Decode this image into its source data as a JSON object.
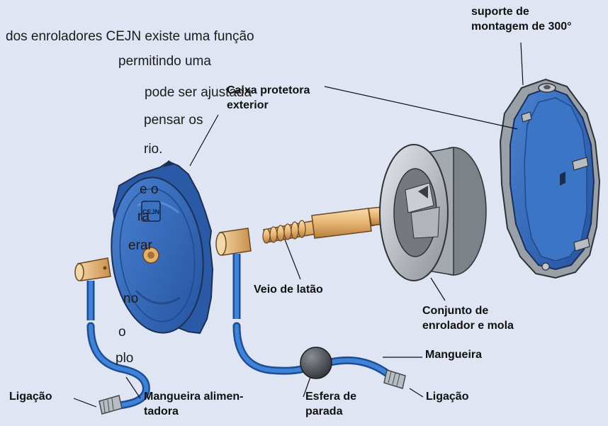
{
  "background_text": [
    "dos enroladores CEJN existe uma função",
    "permitindo uma",
    "pode ser ajustada",
    "pensar os",
    "rio.",
    "e o",
    "ra",
    "erar",
    "no",
    "o",
    "plo"
  ],
  "labels": {
    "mounting_bracket": [
      "suporte de",
      "montagem de 300°"
    ],
    "outer_housing": [
      "Caixa protetora",
      "exterior"
    ],
    "brass_shaft": [
      "Veio de latão"
    ],
    "reel_spring_assembly": [
      "Conjunto de",
      "enrolador e mola"
    ],
    "hose": [
      "Mangueira"
    ],
    "connection_right": [
      "Ligação"
    ],
    "stop_ball": [
      "Esfera de",
      "parada"
    ],
    "supply_hose": [
      "Mangueira alimen-",
      "tadora"
    ],
    "connection_left": [
      "Ligação"
    ]
  },
  "housing_logo": "CEJN",
  "colors": {
    "background": "#dfe5f2",
    "housing_blue": "#2f64b4",
    "hose_blue": "#2e6fc2",
    "brass": "#e6b472",
    "metal_gray": "#9a9ea4",
    "ball": "#3d3f44"
  }
}
